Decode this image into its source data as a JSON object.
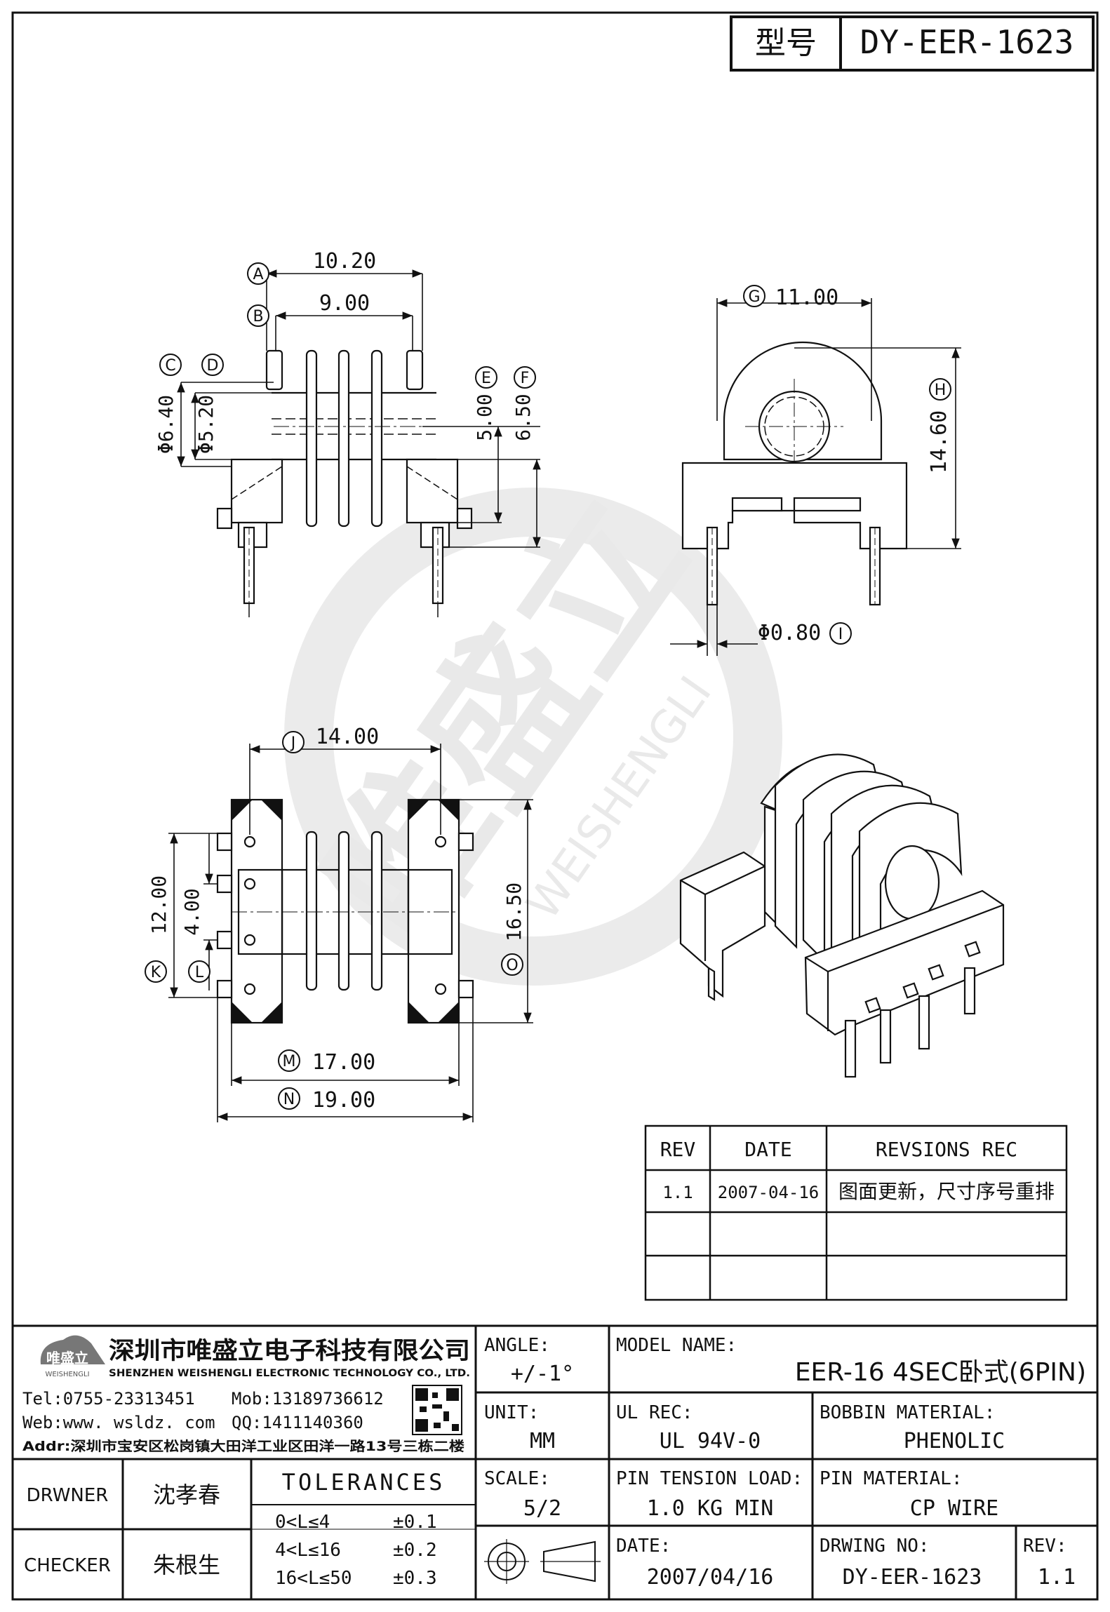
{
  "header": {
    "type_label": "型号",
    "type_value": "DY-EER-1623"
  },
  "dims": {
    "A": {
      "tag": "A",
      "value": "10.20"
    },
    "B": {
      "tag": "B",
      "value": "9.00"
    },
    "C": {
      "tag": "C",
      "value": "Φ6.40"
    },
    "D": {
      "tag": "D",
      "value": "Φ5.20"
    },
    "E": {
      "tag": "E",
      "value": "5.00"
    },
    "F": {
      "tag": "F",
      "value": "6.50"
    },
    "G": {
      "tag": "G",
      "value": "11.00"
    },
    "H": {
      "tag": "H",
      "value": "14.60"
    },
    "I": {
      "tag": "I",
      "value": "Φ0.80"
    },
    "J": {
      "tag": "J",
      "value": "14.00"
    },
    "K": {
      "tag": "K",
      "value": "12.00"
    },
    "L": {
      "tag": "L",
      "value": "4.00"
    },
    "M": {
      "tag": "M",
      "value": "17.00"
    },
    "N": {
      "tag": "N",
      "value": "19.00"
    },
    "O": {
      "tag": "O",
      "value": "16.50"
    }
  },
  "watermark": {
    "cn": "唯盛立",
    "en": "WEISHENGLI"
  },
  "revisions": {
    "headers": [
      "REV",
      "DATE",
      "REVSIONS REC"
    ],
    "rows": [
      [
        "1.1",
        "2007-04-16",
        "图面更新，尺寸序号重排"
      ],
      [
        "",
        "",
        ""
      ],
      [
        "",
        "",
        ""
      ]
    ]
  },
  "company": {
    "logo_cn": "唯盛立",
    "logo_en": "WEISHENGLI",
    "name_cn": "深圳市唯盛立电子科技有限公司",
    "name_en": "SHENZHEN WEISHENGLI ELECTRONIC TECHNOLOGY CO., LTD.",
    "tel": "Tel:0755-23313451",
    "mob": "Mob:13189736612",
    "web": "Web:www. wsldz. com",
    "qq": "QQ:1411140360",
    "addr": "Addr:深圳市宝安区松岗镇大田洋工业区田洋一路13号三栋二楼"
  },
  "title_block": {
    "angle_label": "ANGLE:",
    "angle_value": "+/-1°",
    "model_label": "MODEL NAME:",
    "model_value": "EER-16 4SEC卧式(6PIN)",
    "unit_label": "UNIT:",
    "unit_value": "MM",
    "ul_label": "UL REC:",
    "ul_value": "UL 94V-0",
    "bobbin_label": "BOBBIN MATERIAL:",
    "bobbin_value": "PHENOLIC",
    "scale_label": "SCALE:",
    "scale_value": "5/2",
    "pin_tension_label": "PIN TENSION LOAD:",
    "pin_tension_value": "1.0 KG MIN",
    "pin_material_label": "PIN MATERIAL:",
    "pin_material_value": "CP WIRE",
    "drawer_label": "DRWNER",
    "drawer_value": "沈孝春",
    "checker_label": "CHECKER",
    "checker_value": "朱根生",
    "tolerances_label": "TOLERANCES",
    "tol1": "0<L≤4",
    "tol1v": "±0.1",
    "tol2": "4<L≤16",
    "tol2v": "±0.2",
    "tol3": "16<L≤50",
    "tol3v": "±0.3",
    "date_label": "DATE:",
    "date_value": "2007/04/16",
    "drawing_no_label": "DRWING NO:",
    "drawing_no_value": "DY-EER-1623",
    "rev_label": "REV:",
    "rev_value": "1.1"
  }
}
